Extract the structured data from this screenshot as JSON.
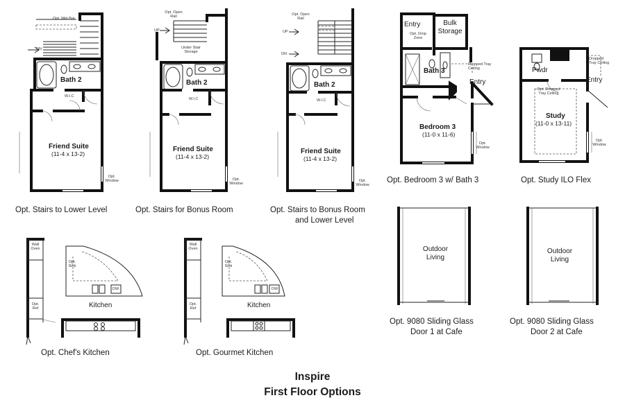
{
  "title": {
    "line1": "Inspire",
    "line2": "First Floor Options"
  },
  "plans": {
    "stairs_lower": {
      "caption": "Opt. Stairs to Lower Level",
      "wet_bar": "Opt. Wet Bar",
      "dn": "DN",
      "bath": "Bath 2",
      "wic": "W.I.C",
      "suite": "Friend Suite",
      "suite_dim": "(11-4 x 13-2)",
      "window": "Opt. Window"
    },
    "stairs_bonus": {
      "caption": "Opt. Stairs for Bonus Room",
      "open_rail": "Opt. Open Rail",
      "up": "UP",
      "storage": "Under Stair Storage",
      "bath": "Bath 2",
      "wic": "W.I.C",
      "suite": "Friend Suite",
      "suite_dim": "(11-4 x 13-2)",
      "window": "Opt. Window"
    },
    "stairs_bonus_lower": {
      "caption_line1": "Opt. Stairs to Bonus Room",
      "caption_line2": "and Lower Level",
      "open_rail": "Opt. Open Rail",
      "up": "UP",
      "dn": "DN",
      "bath": "Bath 2",
      "wic": "W.I.C",
      "suite": "Friend Suite",
      "suite_dim": "(11-4 x 13-2)",
      "window": "Opt. Window"
    },
    "bedroom3": {
      "caption": "Opt. Bedroom 3 w/ Bath 3",
      "entry_top": "Entry",
      "drop_zone": "Opt. Drop Zone",
      "bulk": "Bulk Storage",
      "bath": "Bath 3",
      "ceiling": "Dropped Tray Ceiling",
      "entry": "Entry",
      "bedroom": "Bedroom 3",
      "bedroom_dim": "(11-0 x 11-6)",
      "window": "Opt. Window"
    },
    "study": {
      "caption": "Opt. Study ILO Flex",
      "pwdr": "Pwdr",
      "ceiling_top": "Dropped Tray Ceiling",
      "entry": "Entry",
      "ceiling_opt": "Opt. Dropped Tray Ceiling",
      "study": "Study",
      "study_dim": "(11-0 x 13-11)",
      "window": "Opt. Window"
    },
    "chefs_kitchen": {
      "caption": "Opt. Chef's Kitchen",
      "wall_oven": "Wall Oven",
      "sink": "Opt. Sink",
      "dw": "DW",
      "ref": "Opt. Ref",
      "kitchen": "Kitchen"
    },
    "gourmet_kitchen": {
      "caption": "Opt. Gourmet Kitchen",
      "wall_oven": "Wall Oven",
      "sink": "Opt. Sink",
      "dw": "DW",
      "ref": "Opt. Ref",
      "kitchen": "Kitchen"
    },
    "sliding_1": {
      "caption_line1": "Opt. 9080 Sliding Glass",
      "caption_line2": "Door 1 at Cafe",
      "outdoor": "Outdoor Living"
    },
    "sliding_2": {
      "caption_line1": "Opt. 9080 Sliding Glass",
      "caption_line2": "Door 2 at Cafe",
      "outdoor": "Outdoor Living"
    }
  }
}
